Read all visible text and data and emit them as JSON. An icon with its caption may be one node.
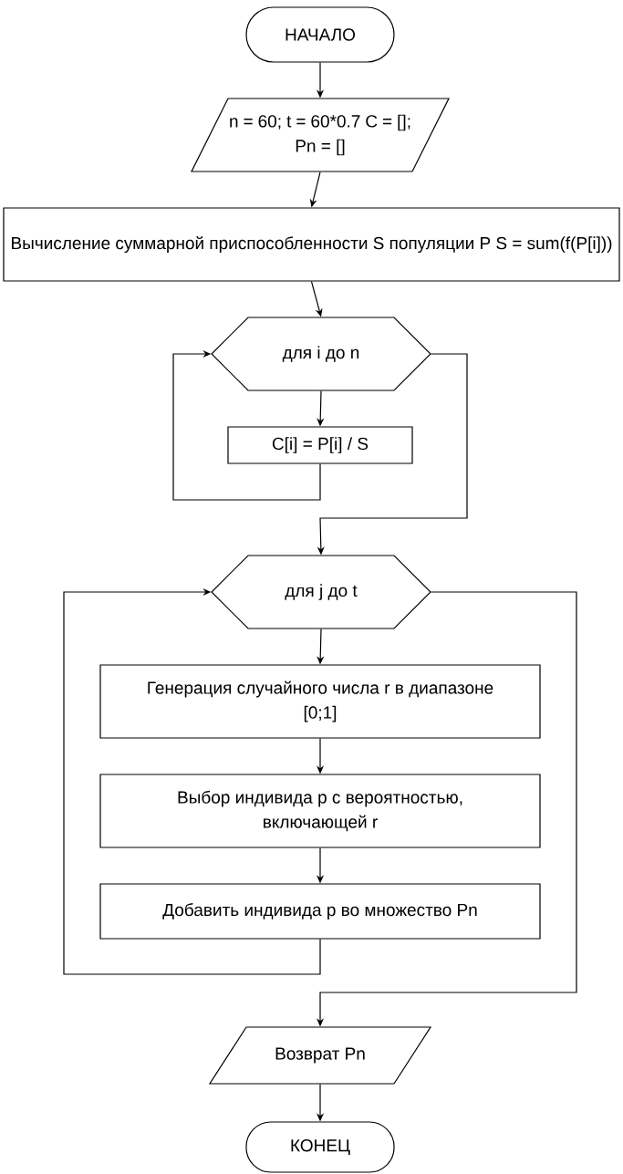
{
  "diagram": {
    "nodes": [
      {
        "text": [
          "НАЧАЛО"
        ]
      },
      {
        "text": [
          "n = 60; t = 60*0.7 C = []; Pn = []"
        ]
      },
      {
        "text": [
          "Вычисление суммарной приспособленности S популяции P S = sum(f(P[i]))"
        ]
      },
      {
        "text": [
          "для i до n"
        ]
      },
      {
        "text": [
          "C[i] = P[i] / S"
        ]
      },
      {
        "text": [
          "для j до t"
        ]
      },
      {
        "text": [
          "Генерация случайного числа r в диапазоне [0;1]"
        ]
      },
      {
        "text": [
          "Выбор индивида p с вероятностью, включающей r"
        ]
      },
      {
        "text": [
          "Добавить индивида p во множество Pn"
        ]
      },
      {
        "text": [
          "Возврат Pn"
        ]
      },
      {
        "text": [
          "КОНЕЦ"
        ]
      }
    ],
    "edges": [
      {
        "from": 0,
        "to": 1,
        "arrow": "to"
      },
      {
        "from": 1,
        "to": 2,
        "arrow": "to"
      },
      {
        "from": 2,
        "to": 3,
        "arrow": "to"
      },
      {
        "from": 3,
        "to": 4,
        "arrow": "to"
      },
      {
        "from": 4,
        "to": 3,
        "arrow": "to"
      },
      {
        "from": 3,
        "to": 5,
        "arrow": "to"
      },
      {
        "from": 5,
        "to": 6,
        "arrow": "to"
      },
      {
        "from": 6,
        "to": 7,
        "arrow": "to"
      },
      {
        "from": 7,
        "to": 8,
        "arrow": "to"
      },
      {
        "from": 8,
        "to": 5,
        "arrow": "to"
      },
      {
        "from": 5,
        "to": 9,
        "arrow": "to"
      },
      {
        "from": 9,
        "to": 10,
        "arrow": "to"
      }
    ]
  }
}
